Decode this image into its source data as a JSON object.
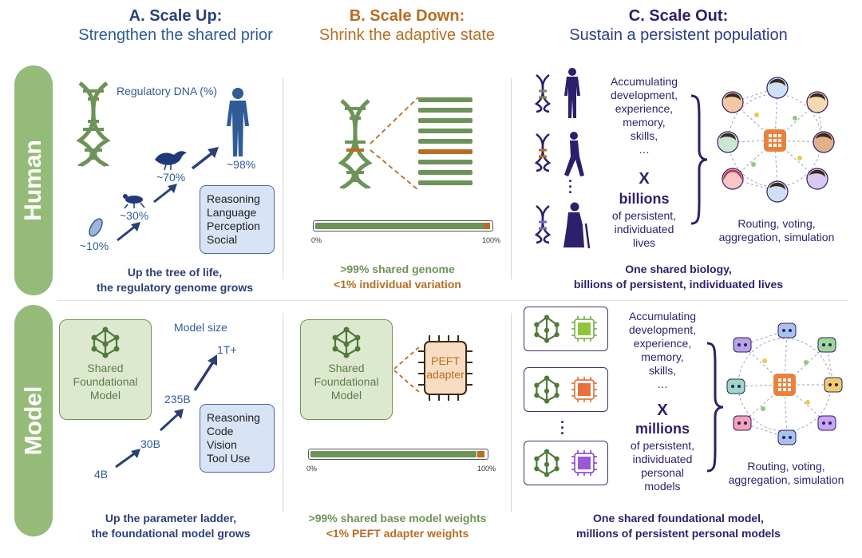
{
  "columns": {
    "a": {
      "title": "A. Scale Up:",
      "subtitle": "Strengthen the shared prior"
    },
    "b": {
      "title": "B. Scale Down:",
      "subtitle": "Shrink the adaptive state"
    },
    "c": {
      "title": "C. Scale Out:",
      "subtitle": "Sustain a persistent population"
    }
  },
  "rows": {
    "human": "Human",
    "model": "Model"
  },
  "human": {
    "a": {
      "axis_label": "Regulatory DNA (%)",
      "points": [
        "~10%",
        "~30%",
        "~70%",
        "~98%"
      ],
      "capabilities": [
        "Reasoning",
        "Language",
        "Perception",
        "Social"
      ],
      "caption_line1": "Up the tree of life,",
      "caption_line2": "the regulatory genome grows"
    },
    "b": {
      "bar_start": "0%",
      "bar_end": "100%",
      "shared_fraction": 0.99,
      "caption_line1": ">99% shared genome",
      "caption_line2": "<1% individual variation"
    },
    "c": {
      "accum": [
        "Accumulating",
        "development,",
        "experience,",
        "memory,",
        "skills,",
        "…"
      ],
      "times": "X",
      "count": "billions",
      "tail": [
        "of persistent,",
        "individuated",
        "lives"
      ],
      "route": [
        "Routing, voting,",
        "aggregation, simulation"
      ],
      "caption_line1": "One shared biology,",
      "caption_line2": "billions of persistent, individuated lives"
    }
  },
  "model": {
    "a": {
      "axis_label": "Model size",
      "box": [
        "Shared",
        "Foundational",
        "Model"
      ],
      "points": [
        "4B",
        "30B",
        "235B",
        "1T+"
      ],
      "capabilities": [
        "Reasoning",
        "Code",
        "Vision",
        "Tool Use"
      ],
      "caption_line1": "Up the parameter ladder,",
      "caption_line2": "the foundational model grows"
    },
    "b": {
      "box": [
        "Shared",
        "Foundational",
        "Model"
      ],
      "adapter": [
        "PEFT",
        "adapter"
      ],
      "bar_start": "0%",
      "bar_end": "100%",
      "shared_fraction": 0.99,
      "caption_line1": ">99% shared base model weights",
      "caption_line2": "<1% PEFT adapter weights"
    },
    "c": {
      "accum": [
        "Accumulating",
        "development,",
        "experience,",
        "memory,",
        "skills,",
        "…"
      ],
      "times": "X",
      "count": "millions",
      "tail": [
        "of persistent,",
        "individuated",
        "personal",
        "models"
      ],
      "route": [
        "Routing, voting,",
        "aggregation, simulation"
      ],
      "caption_line1": "One shared foundational model,",
      "caption_line2": "millions of persistent personal models"
    }
  },
  "colors": {
    "navy": "#2b3f78",
    "blue": "#2f5c98",
    "orange": "#b86d22",
    "green": "#6d9358",
    "purple": "#2c1f6b",
    "band": "#94bb78"
  }
}
